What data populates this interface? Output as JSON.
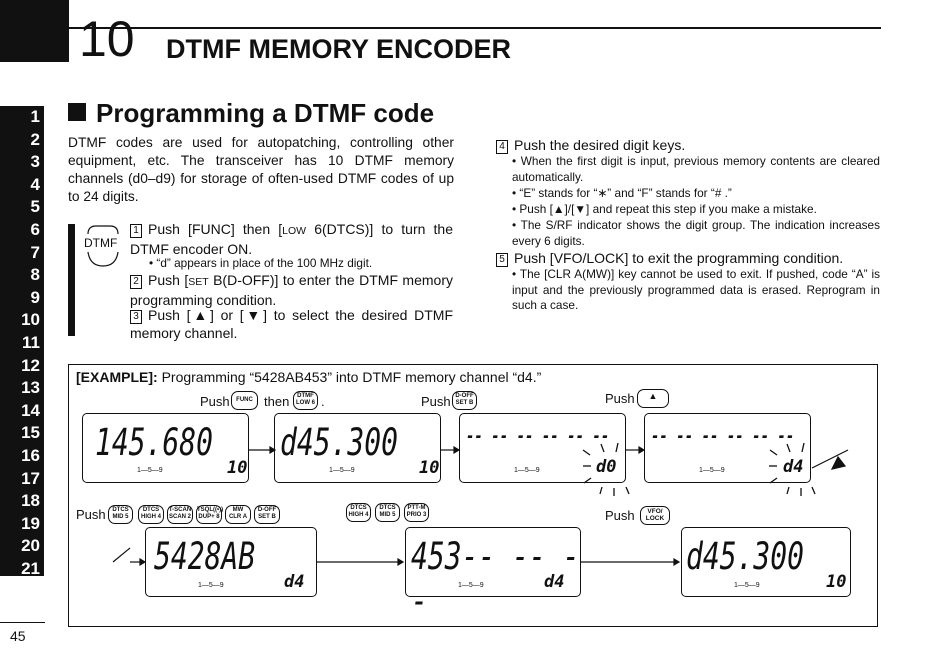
{
  "header": {
    "chapter_number": "10",
    "chapter_title": "DTMF MEMORY ENCODER"
  },
  "side_tabs": [
    "1",
    "2",
    "3",
    "4",
    "5",
    "6",
    "7",
    "8",
    "9",
    "10",
    "11",
    "12",
    "13",
    "14",
    "15",
    "16",
    "17",
    "18",
    "19",
    "20",
    "21"
  ],
  "page_number": "45",
  "section": {
    "title": "Programming a DTMF code",
    "intro": "DTMF codes are used for autopatching, controlling other equipment, etc. The transceiver has 10 DTMF memory channels (d0–d9) for storage of often-used DTMF codes of up to 24 digits.",
    "icon_label": "DTMF"
  },
  "steps": [
    {
      "num": "1",
      "a": "Push [FUNC] then [",
      "sc": "LOW",
      "b": " 6(DTCS)] to turn the DTMF encoder ON.",
      "bullets": [
        "• “d” appears in place of the 100 MHz digit."
      ]
    },
    {
      "num": "2",
      "a": "Push [",
      "sc": "SET",
      "b": " B(D-OFF)] to enter the DTMF memory programming condition.",
      "bullets": []
    },
    {
      "num": "3",
      "a": "Push [▲] or [▼] to select the desired DTMF memory channel.",
      "sc": "",
      "b": "",
      "bullets": []
    },
    {
      "num": "4",
      "a": "Push the desired digit keys.",
      "sc": "",
      "b": "",
      "bullets": [
        "• When the first digit is input, previous memory contents are cleared automatically.",
        "• “E” stands for “∗” and “F” stands for “# .”",
        "• Push [▲]/[▼] and repeat this step if you make a mistake.",
        "• The S/RF indicator shows the digit group. The indication increases every 6 digits."
      ]
    },
    {
      "num": "5",
      "a": "Push [VFO/LOCK] to exit the programming condition.",
      "sc": "",
      "b": "",
      "bullets": [
        "• The [CLR A(MW)] key cannot be used to exit. If pushed, code “A” is input and the previously programmed data is erased. Reprogram in such a case."
      ]
    }
  ],
  "example": {
    "label": "[EXAMPLE]:",
    "text": "Programming “5428AB453” into DTMF memory channel “d4.”",
    "push": "Push",
    "then": "then",
    "period": ".",
    "keys": {
      "func": [
        "FUNC",
        ""
      ],
      "low6": [
        "DTMF",
        "LOW 6"
      ],
      "setb": [
        "D-OFF",
        "SET B"
      ],
      "up": [
        "▲",
        ""
      ],
      "mid5": [
        "DTCS",
        "MID 5"
      ],
      "high4": [
        "DTCS",
        "HIGH 4"
      ],
      "scan2": [
        "T-SCAN",
        "SCAN 2"
      ],
      "dup8": [
        "TSQL((•))",
        "DUP+ 8"
      ],
      "clra": [
        "MW",
        "CLR A"
      ],
      "prio3": [
        "PTT-M",
        "PRIO 3"
      ],
      "vfolock": [
        "VFO/",
        "LOCK"
      ]
    },
    "displays": [
      {
        "main": "145.680",
        "sub": "10"
      },
      {
        "main": "d45.300",
        "sub": "10"
      },
      {
        "main": "-- -- -- -- -- --",
        "sub": "d0"
      },
      {
        "main": "-- -- -- -- -- --",
        "sub": "d4"
      },
      {
        "main": "5428AB",
        "sub": "d4"
      },
      {
        "main": "453-- -- --",
        "sub": "d4"
      },
      {
        "main": "d45.300",
        "sub": "10"
      }
    ],
    "meter_scale": "1—5—9"
  }
}
